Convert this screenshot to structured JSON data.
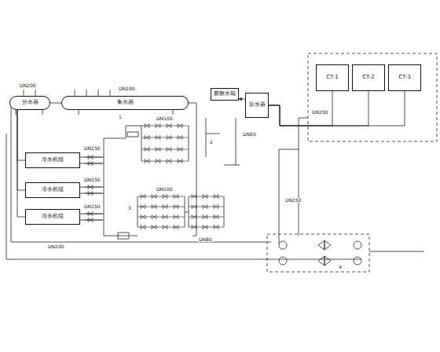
{
  "diagram": {
    "nodes": [
      {
        "text": [
          "分水器"
        ]
      },
      {
        "text": [
          "集水器"
        ]
      },
      {
        "text": [
          "冷水机组"
        ]
      },
      {
        "text": [
          "冷水机组"
        ]
      },
      {
        "text": [
          "冷水机组"
        ]
      },
      {
        "text": [
          "CT-1"
        ]
      },
      {
        "text": [
          "CT-2"
        ]
      },
      {
        "text": [
          "CT-3"
        ]
      },
      {
        "text": [
          "膨胀水箱"
        ]
      },
      {
        "text": [
          "软水器"
        ]
      }
    ],
    "edges": [
      {
        "from": 1,
        "to": 0,
        "arrow": "none"
      },
      {
        "from": 2,
        "to": 0,
        "arrow": "none"
      },
      {
        "from": 3,
        "to": 0,
        "arrow": "none"
      },
      {
        "from": 4,
        "to": 0,
        "arrow": "none"
      },
      {
        "from": 5,
        "to": 9,
        "arrow": "none"
      },
      {
        "from": 6,
        "to": 9,
        "arrow": "none"
      },
      {
        "from": 7,
        "to": 9,
        "arrow": "none"
      },
      {
        "from": 9,
        "to": 8,
        "arrow": "to"
      }
    ],
    "labels": [
      "DN200",
      "DN200",
      "DN150",
      "DN150",
      "DN150",
      "DN100",
      "DN100",
      "DN80",
      "DN250",
      "DN250",
      "DN65",
      "DN200",
      "1",
      "2",
      "3",
      "4"
    ]
  }
}
